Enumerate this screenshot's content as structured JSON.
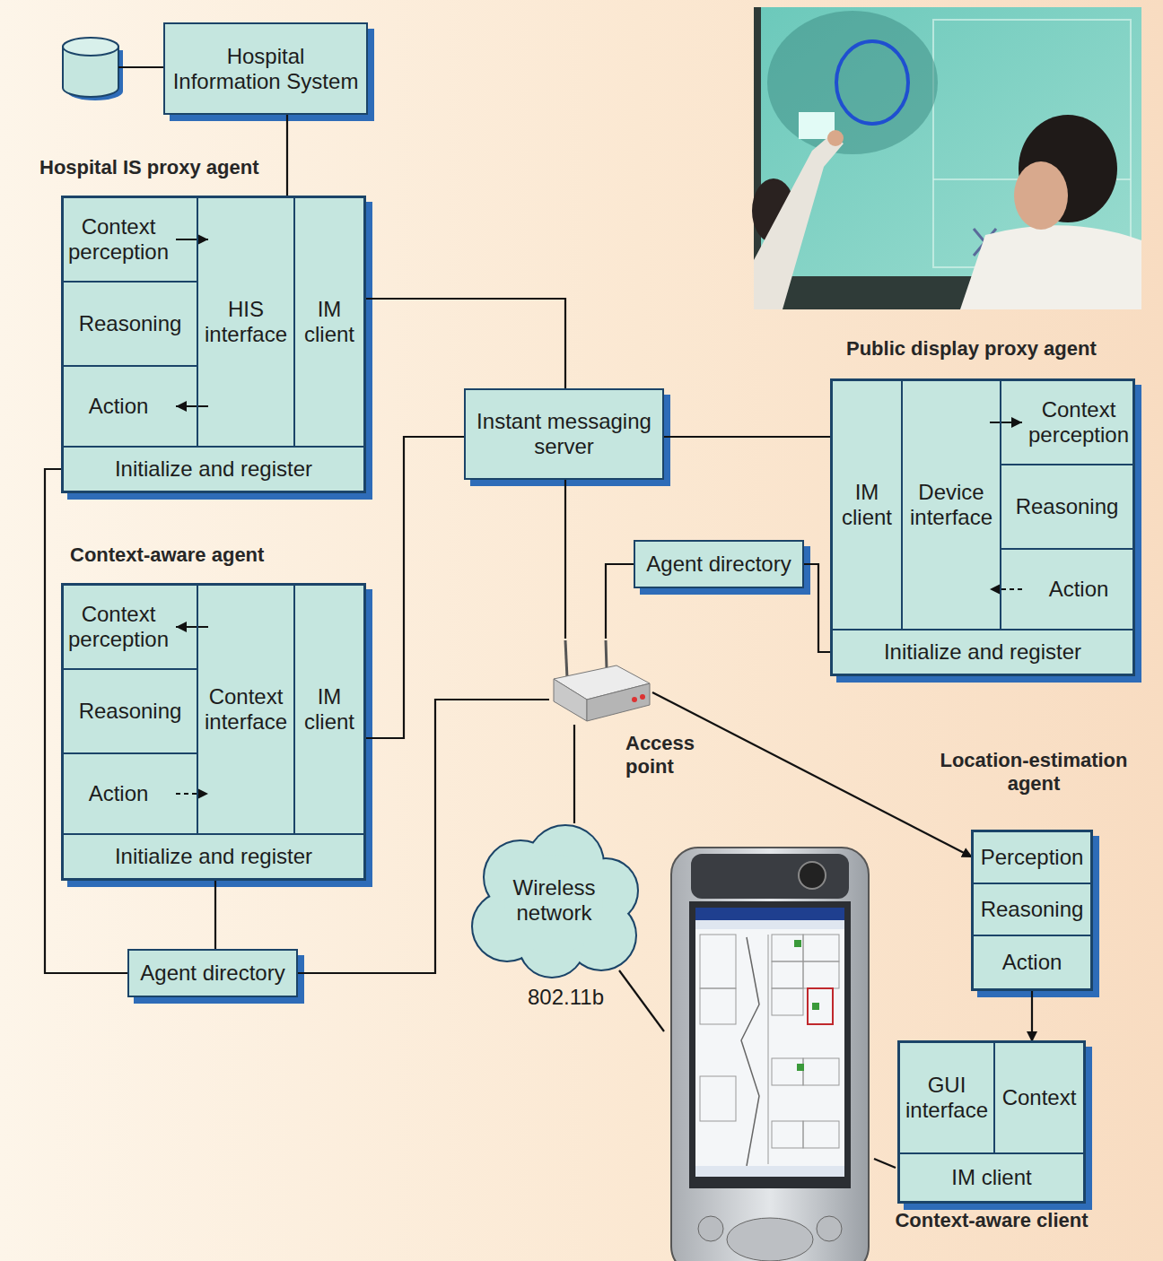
{
  "diagram": {
    "nodes": [
      {
        "text": [
          "Hospital Information System"
        ]
      },
      {
        "text": [
          "Hospital IS proxy agent"
        ]
      },
      {
        "text": [
          "Context perception"
        ],
        "in": 1
      },
      {
        "text": [
          "Reasoning"
        ],
        "in": 1
      },
      {
        "text": [
          "Action"
        ],
        "in": 1
      },
      {
        "text": [
          "HIS interface"
        ],
        "in": 1
      },
      {
        "text": [
          "IM client"
        ],
        "in": 1
      },
      {
        "text": [
          "Initialize and register"
        ],
        "in": 1
      },
      {
        "text": [
          "Instant messaging server"
        ]
      },
      {
        "text": [
          "Public display proxy agent"
        ]
      },
      {
        "text": [
          "IM client"
        ],
        "in": 9
      },
      {
        "text": [
          "Device interface"
        ],
        "in": 9
      },
      {
        "text": [
          "Context perception"
        ],
        "in": 9
      },
      {
        "text": [
          "Reasoning"
        ],
        "in": 9
      },
      {
        "text": [
          "Action"
        ],
        "in": 9
      },
      {
        "text": [
          "Initialize and register"
        ],
        "in": 9
      },
      {
        "text": [
          "Agent directory"
        ]
      },
      {
        "text": [
          "Context-aware agent"
        ]
      },
      {
        "text": [
          "Context perception"
        ],
        "in": 17
      },
      {
        "text": [
          "Reasoning"
        ],
        "in": 17
      },
      {
        "text": [
          "Action"
        ],
        "in": 17
      },
      {
        "text": [
          "Context interface"
        ],
        "in": 17
      },
      {
        "text": [
          "IM client"
        ],
        "in": 17
      },
      {
        "text": [
          "Initialize and register"
        ],
        "in": 17
      },
      {
        "text": [
          "Access point"
        ]
      },
      {
        "text": [
          "Wireless network"
        ]
      },
      {
        "text": [
          "Location-estimation agent"
        ]
      },
      {
        "text": [
          "Perception"
        ],
        "in": 26
      },
      {
        "text": [
          "Reasoning"
        ],
        "in": 26
      },
      {
        "text": [
          "Action"
        ],
        "in": 26
      },
      {
        "text": [
          "Context-aware client"
        ]
      },
      {
        "text": [
          "GUI interface"
        ],
        "in": 30
      },
      {
        "text": [
          "Context"
        ],
        "in": 30
      },
      {
        "text": [
          "IM client"
        ],
        "in": 30
      },
      {
        "text": [
          "Agent directory"
        ]
      }
    ],
    "edges": [
      {
        "from": 0,
        "to": 1,
        "arrow": "none"
      },
      {
        "from": 2,
        "to": 5,
        "arrow": "to"
      },
      {
        "from": 5,
        "to": 4,
        "arrow": "to"
      },
      {
        "from": 6,
        "to": 8,
        "arrow": "none"
      },
      {
        "from": 22,
        "to": 8,
        "arrow": "none"
      },
      {
        "from": 8,
        "to": 10,
        "arrow": "none"
      },
      {
        "from": 8,
        "to": 24,
        "arrow": "none"
      },
      {
        "from": 16,
        "to": 24,
        "arrow": "none"
      },
      {
        "from": 16,
        "to": 15,
        "arrow": "none"
      },
      {
        "from": 11,
        "to": 12,
        "arrow": "to"
      },
      {
        "from": 14,
        "to": 11,
        "arrow": "to"
      },
      {
        "from": 21,
        "to": 18,
        "arrow": "to"
      },
      {
        "from": 20,
        "to": 21,
        "arrow": "to"
      },
      {
        "from": 24,
        "to": 34,
        "arrow": "none"
      },
      {
        "from": 34,
        "to": 23,
        "arrow": "none"
      },
      {
        "from": 34,
        "to": 7,
        "arrow": "none"
      },
      {
        "from": 24,
        "to": 27,
        "arrow": "to"
      },
      {
        "from": 24,
        "to": 25,
        "arrow": "none"
      },
      {
        "from": 29,
        "to": 32,
        "arrow": "to"
      }
    ],
    "labels": [
      "802.11b"
    ]
  }
}
